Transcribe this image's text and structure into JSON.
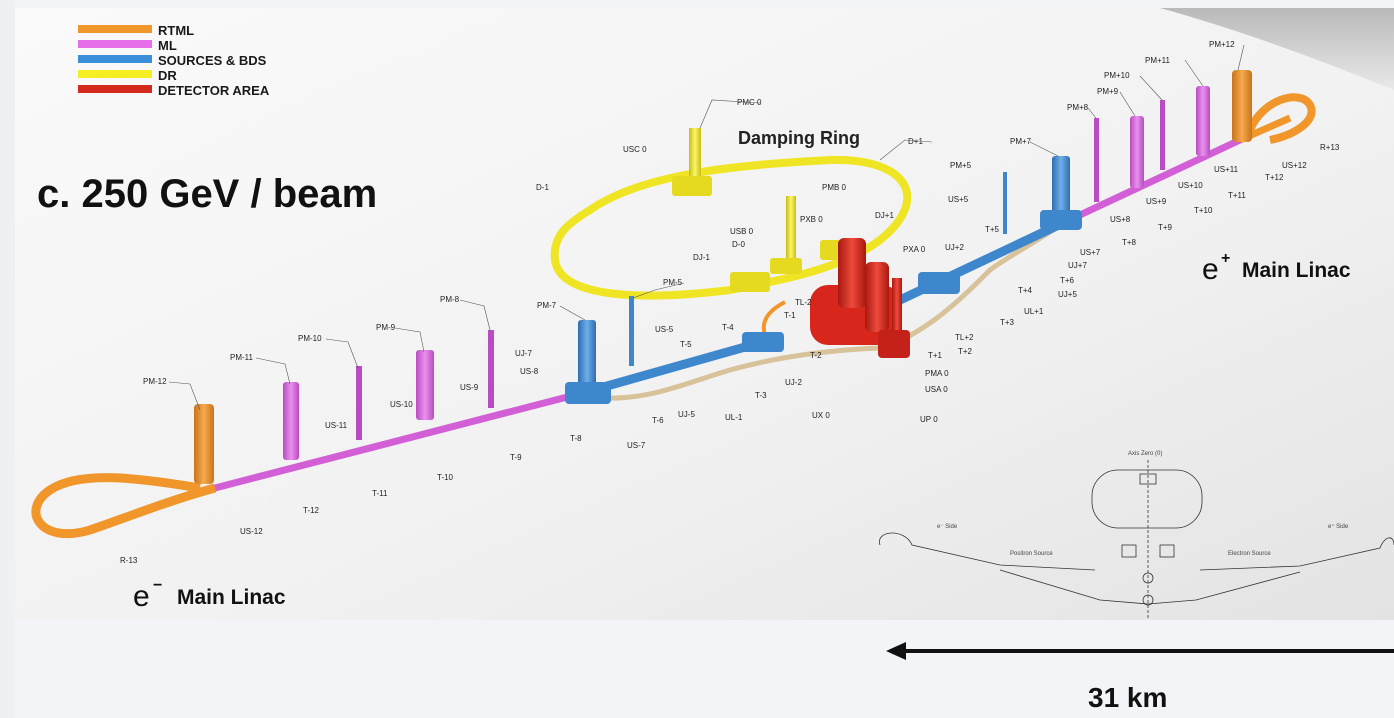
{
  "legend": {
    "items": [
      {
        "label": "RTML",
        "color": "#f0962a"
      },
      {
        "label": "ML",
        "color": "#e46fe8"
      },
      {
        "label": "SOURCES & BDS",
        "color": "#3b8fd8"
      },
      {
        "label": "DR",
        "color": "#f4ee22"
      },
      {
        "label": "DETECTOR AREA",
        "color": "#d42a1e"
      }
    ]
  },
  "title": "c. 250 GeV / beam",
  "damping_ring_title": "Damping Ring",
  "e_minus": {
    "symbol": "e",
    "sup": "−",
    "label": "Main Linac"
  },
  "e_plus": {
    "symbol": "e",
    "sup": "+",
    "label": "Main Linac"
  },
  "scale_bar": {
    "label": "31 km"
  },
  "colors": {
    "rtml": "#f0962a",
    "ml": "#d25fd6",
    "sources_bds": "#3f87cc",
    "dr": "#f0e525",
    "detector": "#d9261c",
    "beige_tunnel": "#d8c29a"
  },
  "labels": {
    "pm_minus_12": "PM-12",
    "pm_minus_11": "PM-11",
    "pm_minus_10": "PM-10",
    "pm_minus_9": "PM-9",
    "pm_minus_8": "PM-8",
    "pm_minus_7": "PM-7",
    "pm_minus_5": "PM-5",
    "us_minus_12": "US-12",
    "us_minus_11": "US-11",
    "us_minus_10": "US-10",
    "us_minus_9": "US-9",
    "us_minus_8": "US-8",
    "us_minus_7": "US-7",
    "us_minus_5": "US-5",
    "t_minus_12": "T-12",
    "t_minus_11": "T-11",
    "t_minus_10": "T-10",
    "t_minus_9": "T-9",
    "t_minus_8": "T-8",
    "t_minus_6": "T-6",
    "t_minus_5": "T-5",
    "t_minus_4": "T-4",
    "t_minus_3": "T-3",
    "t_minus_2": "T-2",
    "t_minus_1": "T-1",
    "tl_minus_2": "TL-2",
    "uj_minus_7": "UJ-7",
    "uj_minus_5": "UJ-5",
    "uj_minus_2": "UJ-2",
    "ul_minus_1": "UL-1",
    "ux_0": "UX 0",
    "r_minus_13": "R-13",
    "pmc_0": "PMC 0",
    "usc_0": "USC 0",
    "d_minus_1": "D-1",
    "d_plus_1": "D+1",
    "pmb_0": "PMB 0",
    "pxb_0": "PXB 0",
    "usb_0": "USB 0",
    "d_0": "D-0",
    "dj_minus_1": "DJ-1",
    "dj_plus_1": "DJ+1",
    "pxa_0": "PXA 0",
    "uj_plus_2": "UJ+2",
    "pma_0": "PMA 0",
    "usa_0": "USA 0",
    "up_0": "UP 0",
    "t_plus_1": "T+1",
    "t_plus_2": "T+2",
    "tl_plus_2": "TL+2",
    "t_plus_3": "T+3",
    "ul_plus_1": "UL+1",
    "t_plus_4": "T+4",
    "uj_plus_5": "UJ+5",
    "t_plus_5": "T+5",
    "t_plus_6": "T+6",
    "uj_plus_7": "UJ+7",
    "us_plus_7": "US+7",
    "t_plus_8": "T+8",
    "us_plus_8": "US+8",
    "t_plus_9": "T+9",
    "us_plus_9": "US+9",
    "t_plus_10": "T+10",
    "us_plus_10": "US+10",
    "t_plus_11": "T+11",
    "us_plus_11": "US+11",
    "t_plus_12": "T+12",
    "us_plus_12": "US+12",
    "r_plus_13": "R+13",
    "pm_plus_5": "PM+5",
    "us_plus_5": "US+5",
    "pm_plus_7": "PM+7",
    "pm_plus_8": "PM+8",
    "pm_plus_9": "PM+9",
    "pm_plus_10": "PM+10",
    "pm_plus_11": "PM+11",
    "pm_plus_12": "PM+12"
  },
  "inset": {
    "axis_label": "Axis Zero (0)",
    "e_minus_side": "e⁻ Side",
    "e_plus_side": "e⁺ Side",
    "positron_source": "Positron Source",
    "electron_source": "Electron Source"
  }
}
